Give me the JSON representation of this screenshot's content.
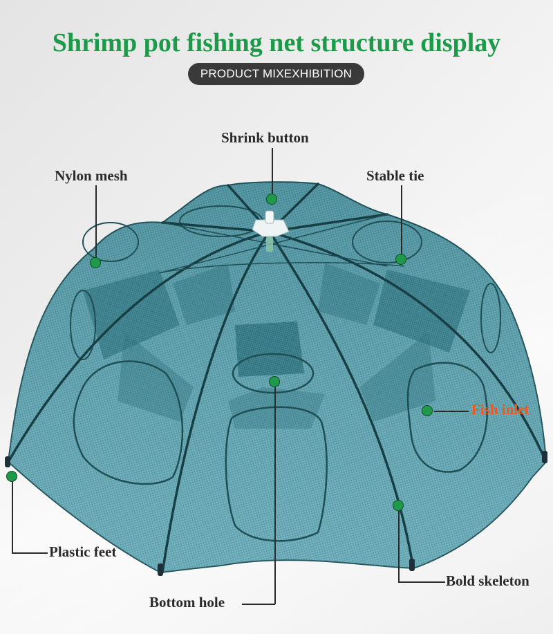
{
  "header": {
    "title": "Shrimp pot fishing net structure display",
    "subtitle_pill": "PRODUCT MIXEXHIBITION"
  },
  "colors": {
    "title_green": "#1c9a4a",
    "pill_bg": "#3a3a3a",
    "callout_dot": "#1e9a4a",
    "highlight_orange": "#ee5a1c",
    "net_teal": "#5fa7b4",
    "net_dark": "#1f4f55"
  },
  "callouts": [
    {
      "id": "shrink-button",
      "label": "Shrink button"
    },
    {
      "id": "nylon-mesh",
      "label": "Nylon mesh"
    },
    {
      "id": "stable-tie",
      "label": "Stable tie"
    },
    {
      "id": "fish-inlet",
      "label": "Fish inlet"
    },
    {
      "id": "plastic-feet",
      "label": "Plastic feet"
    },
    {
      "id": "bottom-hole",
      "label": "Bottom hole"
    },
    {
      "id": "bold-skeleton",
      "label": "Bold skeleton"
    }
  ]
}
